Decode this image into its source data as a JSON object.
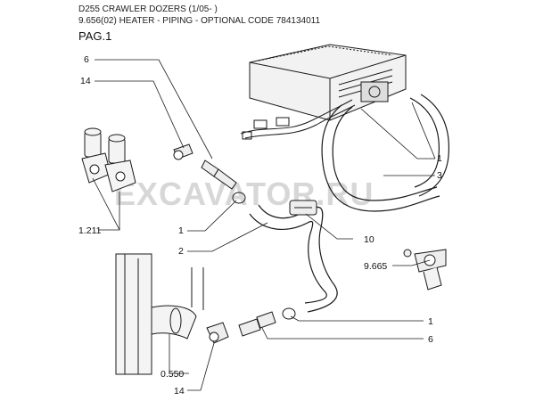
{
  "header": {
    "title": "D255 CRAWLER DOZERS (1/05- )",
    "subtitle": "9.656(02) HEATER - PIPING - OPTIONAL CODE 784134011",
    "page": "PAG.1"
  },
  "watermark": "EXCAVATOR.RU",
  "callouts": [
    {
      "id": "c6-top",
      "text": "6"
    },
    {
      "id": "c14-top",
      "text": "14"
    },
    {
      "id": "c1211",
      "text": "1.211"
    },
    {
      "id": "c1-mid",
      "text": "1"
    },
    {
      "id": "c2",
      "text": "2"
    },
    {
      "id": "c1-right",
      "text": "1"
    },
    {
      "id": "c3",
      "text": "3"
    },
    {
      "id": "c10",
      "text": "10"
    },
    {
      "id": "c9665",
      "text": "9.665"
    },
    {
      "id": "c1-low",
      "text": "1"
    },
    {
      "id": "c6-low",
      "text": "6"
    },
    {
      "id": "c0550",
      "text": "0.550"
    },
    {
      "id": "c14-bot",
      "text": "14"
    }
  ],
  "colors": {
    "line": "#1a1a1a",
    "watermark": "#cfcfcf"
  }
}
